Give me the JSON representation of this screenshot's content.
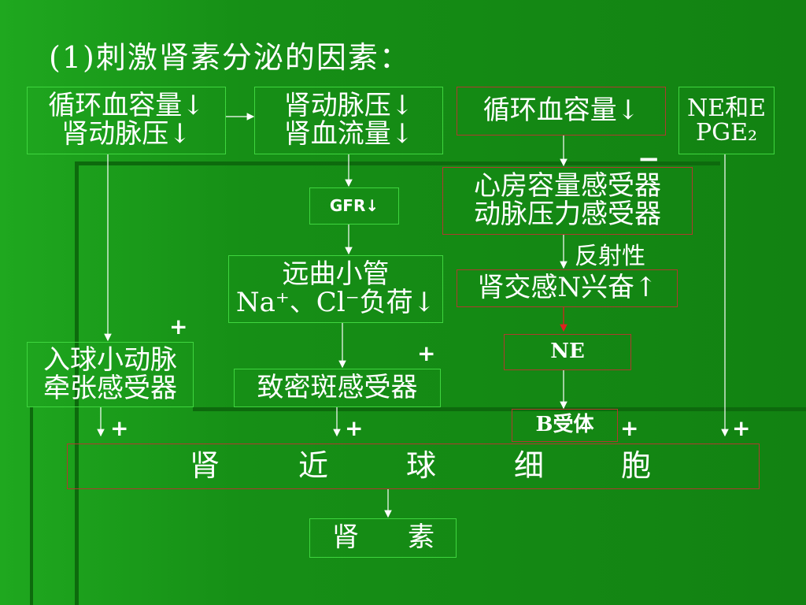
{
  "title": "(1)刺激肾素分泌的因素：",
  "boxes": {
    "circ_vol_renal_pressure": [
      "循环血容量↓",
      "肾动脉压↓"
    ],
    "renal_pressure_flow": [
      "肾动脉压↓",
      "肾血流量↓"
    ],
    "circ_vol_right": "循环血容量↓",
    "ne_e_pge": [
      "NE和E",
      "PGE₂"
    ],
    "atrial_receptors": [
      "心房容量感受器",
      "动脉压力感受器"
    ],
    "gfr": "GFR↓",
    "distal_tubule": [
      "远曲小管",
      "Na⁺、Cl⁻负荷↓"
    ],
    "sympathetic": "肾交感N兴奋↑",
    "ne": "NE",
    "afferent_receptor": [
      "入球小动脉",
      "牵张感受器"
    ],
    "macula_densa": "致密斑感受器",
    "beta_receptor": "B受体",
    "jg_cell": [
      "肾",
      "近",
      "球",
      "细",
      "胞"
    ],
    "renin": [
      "肾",
      "素"
    ]
  },
  "labels": {
    "reflex": "反射性",
    "minus": "−",
    "plus": "+"
  },
  "colors": {
    "background": "#128212",
    "green_border": "#3fd53f",
    "red_border": "#b03a2e",
    "text": "#ffffff"
  }
}
